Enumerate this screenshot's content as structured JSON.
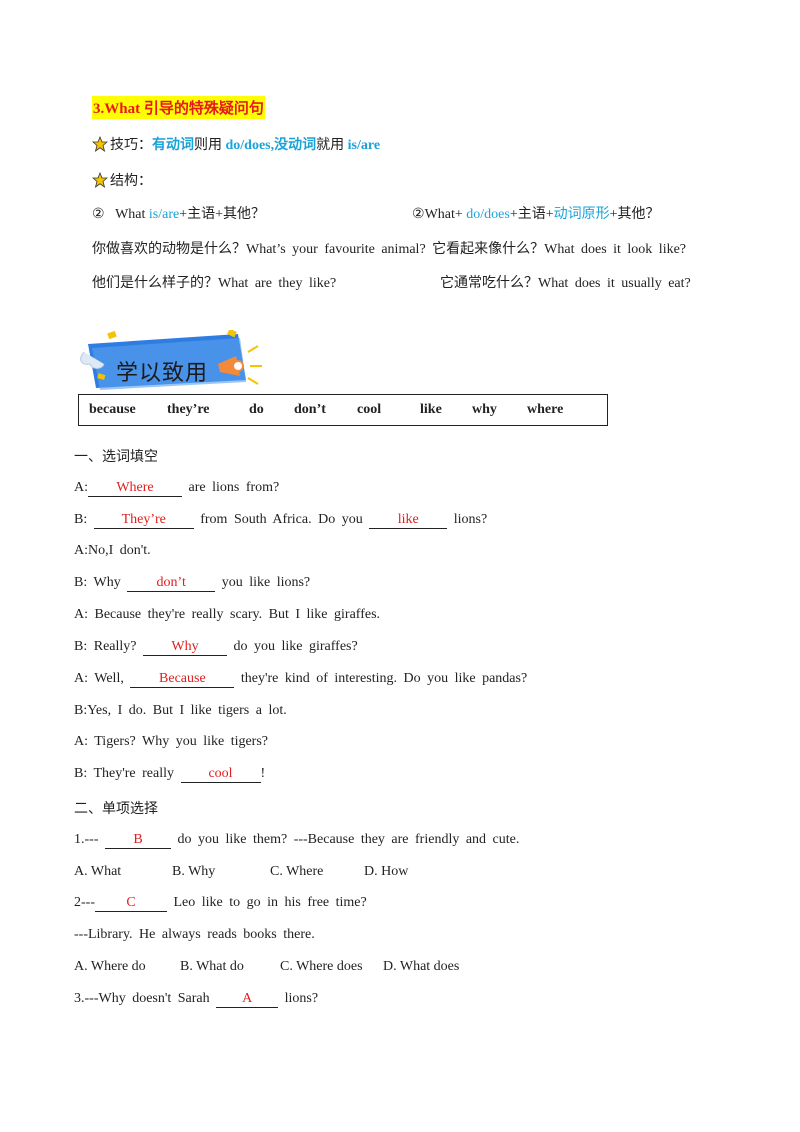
{
  "heading": "3.What 引导的特殊疑问句",
  "tip": {
    "label": "技巧：",
    "part1": "有动词",
    "part2": "则用 ",
    "part3": "do/does,",
    "part4": "没动词",
    "part5": "就用 ",
    "part6": "is/are"
  },
  "structure_label": "结构：",
  "structure": {
    "left_num": "②",
    "left_what": "What ",
    "left_isare": "is/are",
    "left_rest": "+主语+其他？",
    "right_num": "②",
    "right_what": "What+ ",
    "right_do": "do/does",
    "right_mid": "+主语+",
    "right_verb": "动词原形",
    "right_rest": "+其他？"
  },
  "examples": {
    "line1": "你做喜欢的动物是什么？What’s your favourite animal? 它看起来像什么？What does it look like?",
    "line2_left": "他们是什么样子的？What are they like?",
    "line2_right": "它通常吃什么？What does it usually eat?"
  },
  "banner_title": "学以致用",
  "word_bank": [
    "because",
    "they’re",
    "do",
    "don’t",
    "cool",
    "like",
    "why",
    "where"
  ],
  "section1": {
    "title": "一、选词填空",
    "lines": [
      {
        "pre": "A:",
        "ans": "Where",
        "post": "are lions from?"
      },
      {
        "pre": "B: ",
        "ans": "They’re",
        "mid": " from South Africa. Do you ",
        "ans2": "like",
        "post": " lions?"
      },
      {
        "text": "A:No,I don't."
      },
      {
        "pre": "B: Why ",
        "ans": "don’t",
        "post": " you like lions?"
      },
      {
        "text": "A: Because they're really scary. But I like giraffes."
      },
      {
        "pre": "B: Really? ",
        "ans": "Why",
        "post": " do you like giraffes?"
      },
      {
        "pre": "A: Well, ",
        "ans": "Because",
        "post": " they're kind of interesting. Do you like pandas?"
      },
      {
        "text": "B:Yes, I do. But I like tigers a lot."
      },
      {
        "text": "A: Tigers? Why you like tigers?"
      },
      {
        "pre": "B: They're really ",
        "ans": "cool",
        "post": "!"
      }
    ]
  },
  "section2": {
    "title": "二、单项选择",
    "q1": {
      "pre": "1.--- ",
      "ans": "B",
      "post": " do you like them? ---Because they are friendly and cute."
    },
    "q1_options": {
      "a": "A. What",
      "b": "B. Why",
      "c": "C. Where",
      "d": "D. How"
    },
    "q2": {
      "pre": "2---",
      "ans": "C",
      "post": " Leo like to go in his free time?"
    },
    "q2_reply": "---Library. He always reads books there.",
    "q2_options": {
      "a": "A. Where do",
      "b": "B. What do",
      "c": "C. Where does",
      "d": "D. What does"
    },
    "q3": {
      "pre": "3.---Why doesn't Sarah ",
      "ans": "A",
      "post": " lions?"
    }
  }
}
